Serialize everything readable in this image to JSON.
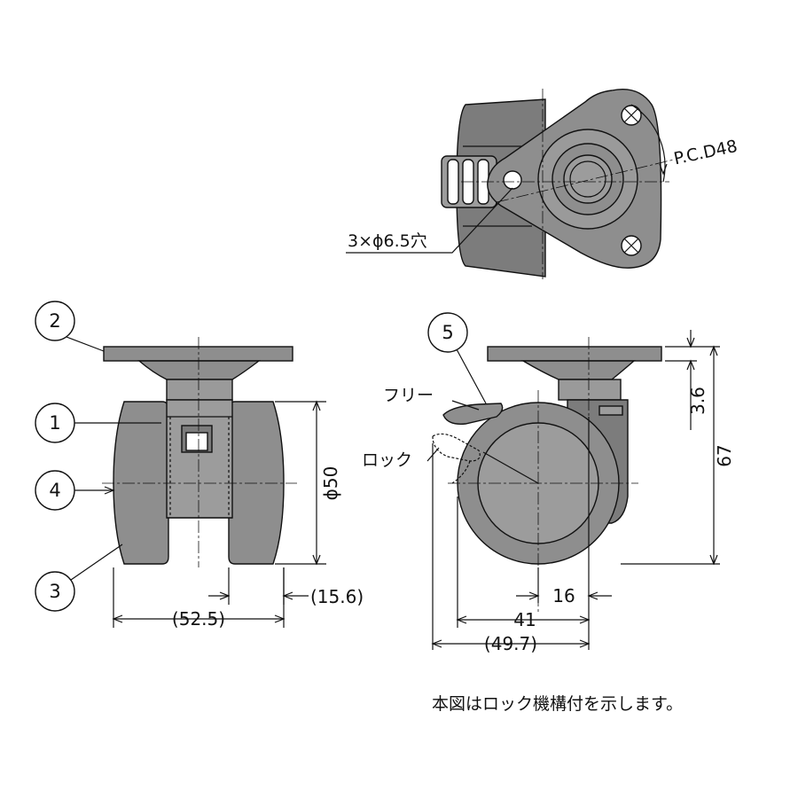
{
  "balloons": {
    "b1": "1",
    "b2": "2",
    "b3": "3",
    "b4": "4",
    "b5": "5"
  },
  "labels": {
    "pcd": "P.C.D48",
    "holes": "3×ϕ6.5穴",
    "free": "フリー",
    "lock": "ロック"
  },
  "dimensions": {
    "wheel_dia": "ϕ50",
    "wheel_width": "(15.6)",
    "overall_width": "(52.5)",
    "height_total": "67",
    "plate_thickness": "3.6",
    "offset": "16",
    "depth": "41",
    "depth_overall": "(49.7)"
  },
  "note": "本図はロック機構付を示します。",
  "colors": {
    "part_gray": "#8e8e8e",
    "line": "#111111"
  }
}
